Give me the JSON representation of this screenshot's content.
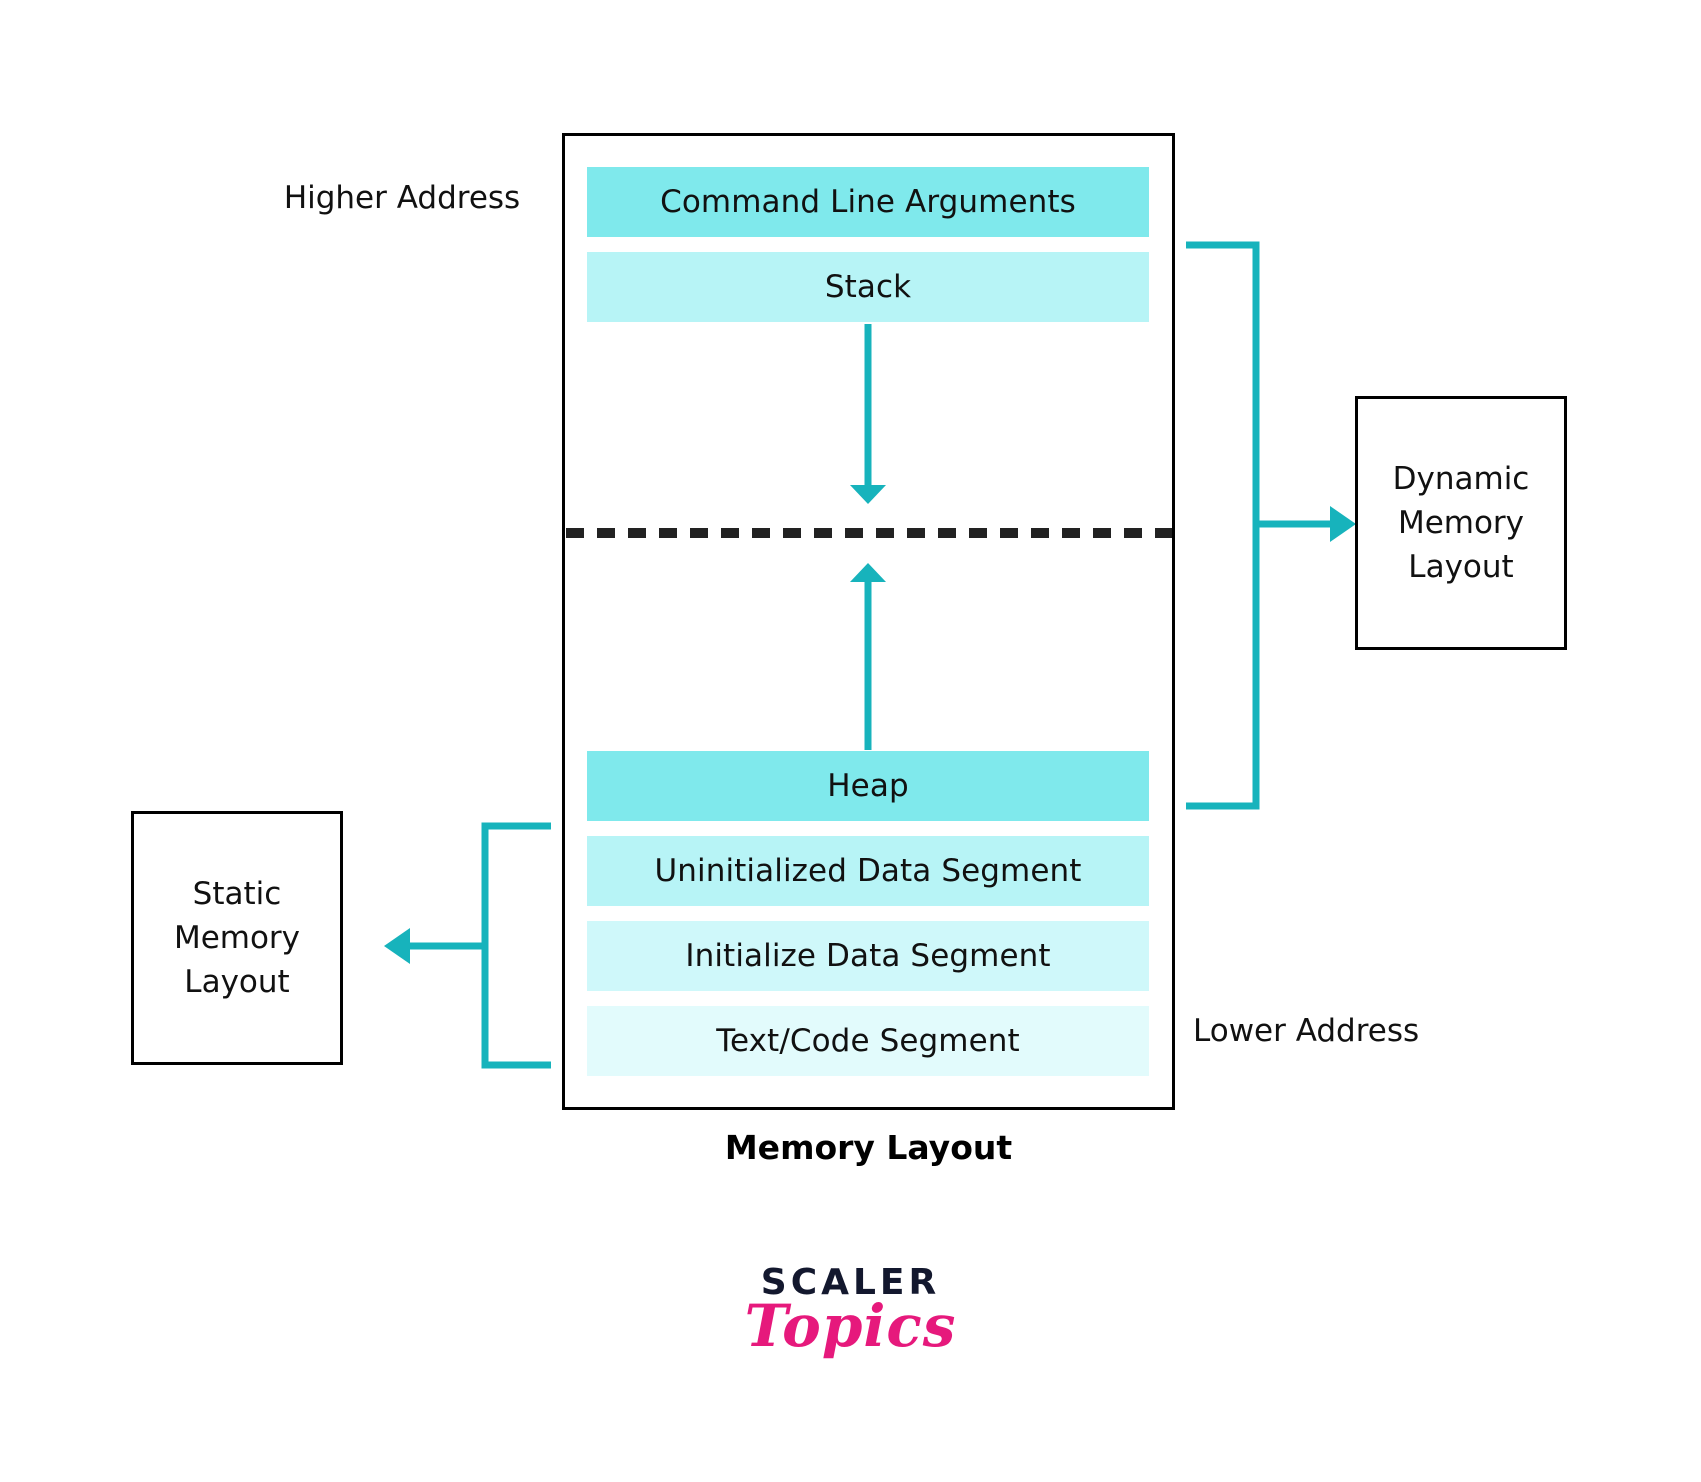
{
  "diagram": {
    "title": "Memory Layout",
    "caption": "Memory Layout",
    "labels": {
      "higher_address": "Higher Address",
      "lower_address": "Lower Address"
    },
    "segments": [
      {
        "id": "command-line-arguments",
        "label": "Command Line Arguments",
        "color": "#7FE9EC"
      },
      {
        "id": "stack",
        "label": "Stack",
        "color": "#B7F4F6"
      },
      {
        "id": "heap",
        "label": "Heap",
        "color": "#7FE9EC"
      },
      {
        "id": "uninitialized-data",
        "label": "Uninitialized Data Segment",
        "color": "#B7F4F6"
      },
      {
        "id": "initialize-data",
        "label": "Initialize Data Segment",
        "color": "#CFF8FA"
      },
      {
        "id": "text-code",
        "label": "Text/Code Segment",
        "color": "#E2FBFC"
      }
    ],
    "side_boxes": {
      "static": "Static\nMemory\nLayout",
      "static_lines": [
        "Static",
        "Memory",
        "Layout"
      ],
      "dynamic": "Dynamic\nMemory\nLayout",
      "dynamic_lines": [
        "Dynamic",
        "Memory",
        "Layout"
      ]
    },
    "colors": {
      "accent_teal": "#17B3BC",
      "border_black": "#000000",
      "divider_black": "#222222"
    },
    "annotations": {
      "stack_arrow_direction": "down",
      "heap_arrow_direction": "up",
      "divider_style": "dashed"
    }
  },
  "branding": {
    "scaler": "SCALER",
    "topics": "Topics",
    "scaler_color": "#13182E",
    "topics_color": "#E6197C"
  }
}
